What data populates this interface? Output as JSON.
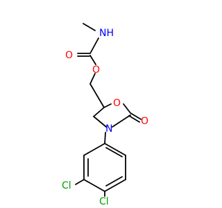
{
  "colors": {
    "bond": "#000000",
    "oxygen": "#ff0000",
    "nitrogen": "#0000ff",
    "chlorine": "#00a000"
  },
  "atoms": {
    "nh": "NH",
    "carbonyl_o_top": "O",
    "ester_o": "O",
    "ring_o": "O",
    "carbonyl_o_ring": "O",
    "ring_n": "N",
    "cl_meta": "Cl",
    "cl_para": "Cl"
  }
}
